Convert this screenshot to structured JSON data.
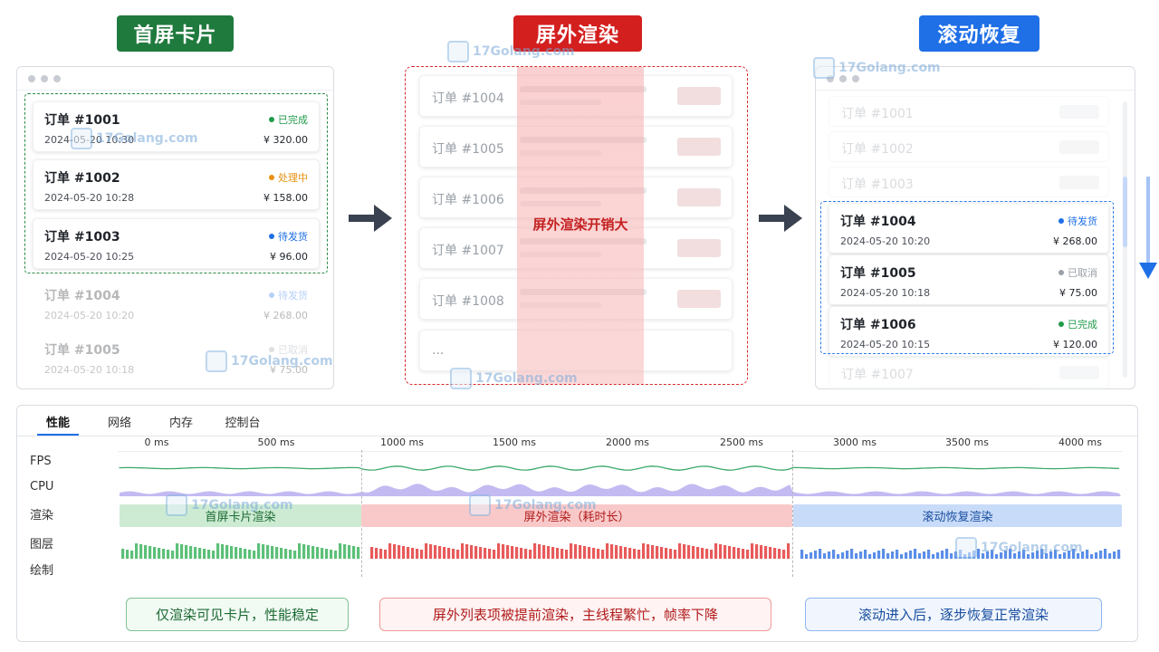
{
  "titles": {
    "first_screen": "首屏卡片",
    "offscreen": "屏外渲染",
    "scroll_restore": "滚动恢复"
  },
  "panel_first": {
    "cards": [
      {
        "order": "订单 #1001",
        "time": "2024-05-20 10:30",
        "status": "已完成",
        "status_color": "#1f9a4a",
        "amount": "¥ 320.00"
      },
      {
        "order": "订单 #1002",
        "time": "2024-05-20 10:28",
        "status": "处理中",
        "status_color": "#e8900f",
        "amount": "¥ 158.00"
      },
      {
        "order": "订单 #1003",
        "time": "2024-05-20 10:25",
        "status": "待发货",
        "status_color": "#1f6fe6",
        "amount": "¥ 96.00"
      },
      {
        "order": "订单 #1004",
        "time": "2024-05-20 10:20",
        "status": "待发货",
        "status_color": "#1f6fe6",
        "amount": "¥ 268.00"
      },
      {
        "order": "订单 #1005",
        "time": "2024-05-20 10:18",
        "status": "已取消",
        "status_color": "#9aa0a8",
        "amount": "¥ 75.00"
      }
    ]
  },
  "panel_offscreen": {
    "items": [
      "订单 #1004",
      "订单 #1005",
      "订单 #1006",
      "订单 #1007",
      "订单 #1008",
      "..."
    ],
    "center_label": "屏外渲染开销大"
  },
  "panel_scroll": {
    "faded_top": [
      "订单 #1001",
      "订单 #1002",
      "订单 #1003"
    ],
    "cards": [
      {
        "order": "订单 #1004",
        "time": "2024-05-20 10:20",
        "status": "待发货",
        "status_color": "#1f6fe6",
        "amount": "¥ 268.00"
      },
      {
        "order": "订单 #1005",
        "time": "2024-05-20 10:18",
        "status": "已取消",
        "status_color": "#9aa0a8",
        "amount": "¥ 75.00"
      },
      {
        "order": "订单 #1006",
        "time": "2024-05-20 10:15",
        "status": "已完成",
        "status_color": "#1f9a4a",
        "amount": "¥ 120.00"
      }
    ],
    "faded_bottom": [
      "订单 #1007"
    ]
  },
  "devtools": {
    "tabs": [
      "性能",
      "网络",
      "内存",
      "控制台"
    ],
    "active_tab": "性能",
    "time_ticks": [
      "0 ms",
      "500 ms",
      "1000 ms",
      "1500 ms",
      "2000 ms",
      "2500 ms",
      "3000 ms",
      "3500 ms",
      "4000 ms"
    ],
    "row_labels": [
      "FPS",
      "CPU",
      "渲染",
      "图层",
      "绘制"
    ],
    "phases": [
      "首屏卡片渲染",
      "屏外渲染（耗时长）",
      "滚动恢复渲染"
    ],
    "summaries": [
      "仅渲染可见卡片，性能稳定",
      "屏外列表项被提前渲染，主线程繁忙，帧率下降",
      "滚动进入后，逐步恢复正常渲染"
    ]
  },
  "watermark": {
    "text": "17Golang.com"
  },
  "colors": {
    "green": "#1f7a3d",
    "red": "#d41f1f",
    "blue": "#1f6fe6"
  }
}
